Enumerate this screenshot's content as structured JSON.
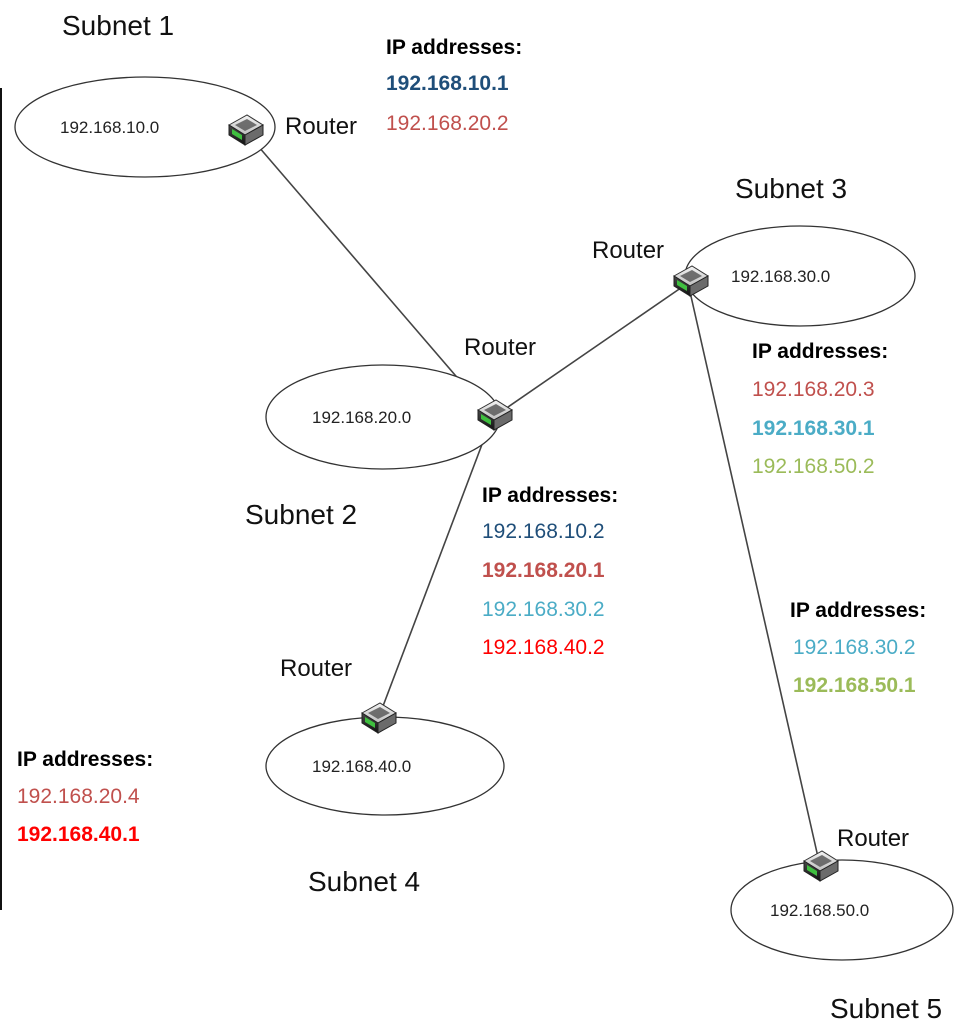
{
  "colors": {
    "navy": "#1f4e79",
    "rose": "#c0504d",
    "teal": "#4bacc6",
    "red": "#ff0000",
    "olive": "#9bbb59"
  },
  "router_label": "Router",
  "ip_heading": "IP addresses:",
  "subnets": [
    {
      "id": "subnet-1",
      "label": "Subnet 1",
      "network": "192.168.10.0"
    },
    {
      "id": "subnet-2",
      "label": "Subnet 2",
      "network": "192.168.20.0"
    },
    {
      "id": "subnet-3",
      "label": "Subnet 3",
      "network": "192.168.30.0"
    },
    {
      "id": "subnet-4",
      "label": "Subnet 4",
      "network": "192.168.40.0"
    },
    {
      "id": "subnet-5",
      "label": "Subnet 5",
      "network": "192.168.50.0"
    }
  ],
  "routers": [
    {
      "id": "router-1",
      "icon": "router-icon",
      "ip_addresses": [
        {
          "text": "192.168.10.1",
          "color": "navy",
          "bold": true
        },
        {
          "text": "192.168.20.2",
          "color": "rose",
          "bold": false
        }
      ]
    },
    {
      "id": "router-2",
      "icon": "router-icon",
      "ip_addresses": [
        {
          "text": "192.168.10.2",
          "color": "navy",
          "bold": false
        },
        {
          "text": "192.168.20.1",
          "color": "rose",
          "bold": true
        },
        {
          "text": "192.168.30.2",
          "color": "teal",
          "bold": false
        },
        {
          "text": "192.168.40.2",
          "color": "red",
          "bold": false
        }
      ]
    },
    {
      "id": "router-3",
      "icon": "router-icon",
      "ip_addresses": [
        {
          "text": "192.168.20.3",
          "color": "rose",
          "bold": false
        },
        {
          "text": "192.168.30.1",
          "color": "teal",
          "bold": true
        },
        {
          "text": "192.168.50.2",
          "color": "olive",
          "bold": false
        }
      ]
    },
    {
      "id": "router-4",
      "icon": "router-icon",
      "ip_addresses": [
        {
          "text": "192.168.20.4",
          "color": "rose",
          "bold": false
        },
        {
          "text": "192.168.40.1",
          "color": "red",
          "bold": true
        }
      ]
    },
    {
      "id": "router-5",
      "icon": "router-icon",
      "ip_addresses": [
        {
          "text": "192.168.30.2",
          "color": "teal",
          "bold": false
        },
        {
          "text": "192.168.50.1",
          "color": "olive",
          "bold": true
        }
      ]
    }
  ],
  "links": [
    {
      "from": "router-1",
      "to": "router-2"
    },
    {
      "from": "router-2",
      "to": "router-3"
    },
    {
      "from": "router-2",
      "to": "router-4"
    },
    {
      "from": "router-3",
      "to": "router-5"
    }
  ]
}
